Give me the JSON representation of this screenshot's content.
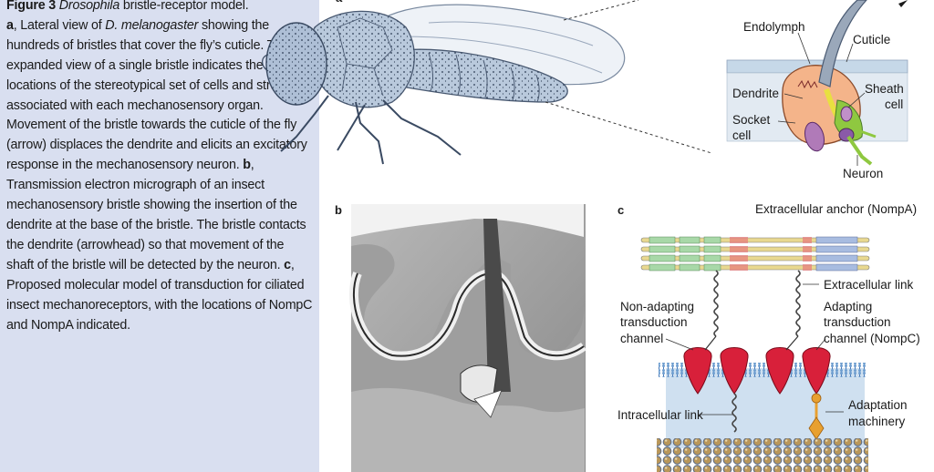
{
  "caption": {
    "title_bold": "Figure 3",
    "title_italic": "Drosophila",
    "title_rest": " bristle-receptor model.",
    "a_letter": "a",
    "a_text_1": ", Lateral view of ",
    "a_species": "D. melanogaster",
    "a_text_2": " showing the hundreds of bristles that cover the fly’s cuticle. The expanded view of a single bristle indicates the locations of the stereotypical set of cells and structures associated with each mechanosensory organ. Movement of the bristle towards the cuticle of the fly (arrow) displaces the dendrite and elicits an excitatory response in the mechanosensory neuron. ",
    "b_letter": "b",
    "b_text": ", Transmission electron micrograph of an insect mechanosensory bristle showing the insertion of the dendrite at the base of the bristle. The bristle contacts the dendrite (arrowhead) so that movement of the shaft of the bristle will be detected by the neuron. ",
    "c_letter": "c",
    "c_text": ", Proposed molecular model of transduction for ciliated insect mechanoreceptors, with the locations of NompC and NompA indicated."
  },
  "panels": {
    "a": "a",
    "b": "b",
    "c": "c"
  },
  "bristle_labels": {
    "endolymph": "Endolymph",
    "cuticle": "Cuticle",
    "dendrite": "Dendrite",
    "sheath_1": "Sheath",
    "sheath_2": "cell",
    "socket_1": "Socket",
    "socket_2": "cell",
    "neuron": "Neuron"
  },
  "model_labels": {
    "anchor": "Extracellular anchor (NompA)",
    "ext_link": "Extracellular link",
    "nonadapt_1": "Non-adapting",
    "nonadapt_2": "transduction",
    "nonadapt_3": "channel",
    "adapt_1": "Adapting",
    "adapt_2": "transduction",
    "adapt_3": "channel (NompC)",
    "int_link": "Intracellular link",
    "adapt_mach_1": "Adaptation",
    "adapt_mach_2": "machinery"
  },
  "colors": {
    "caption_bg": "#d9dff0",
    "fly_body": "#b9c9dc",
    "cuticle_band": "#c6d8e8",
    "endolymph_cell": "#f4b48a",
    "dendrite_yellow": "#e8e040",
    "sheath_green": "#8fc840",
    "channel_red": "#d8203a",
    "membrane_blue": "#6e9ed0",
    "adaptation_orange": "#e8a030"
  }
}
